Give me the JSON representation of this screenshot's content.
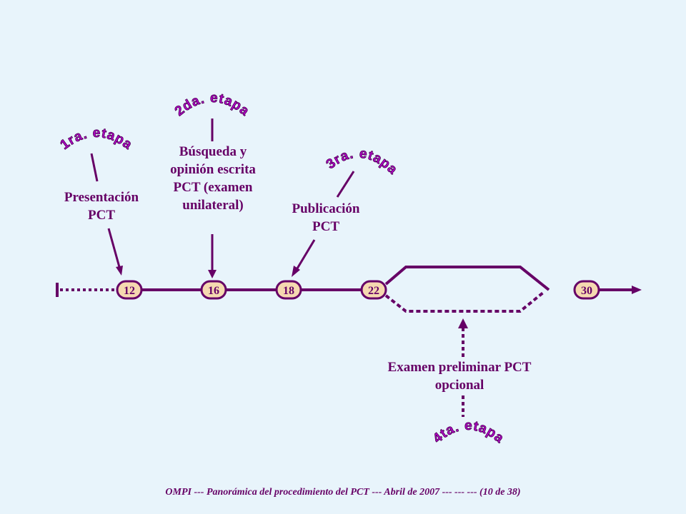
{
  "stages": {
    "s1": "1ra. etapa",
    "s2": "2da. etapa",
    "s3": "3ra. etapa",
    "s4": "4ta. etapa"
  },
  "labels": {
    "presentacion": "Presentación PCT",
    "busqueda": "Búsqueda y opinión escrita PCT (examen unilateral)",
    "publicacion": "Publicación PCT",
    "examen": "Examen preliminar PCT opcional"
  },
  "timeline": {
    "months": [
      "12",
      "16",
      "18",
      "22",
      "30"
    ]
  },
  "footer": "OMPI --- Panorámica del procedimiento del PCT --- Abril de 2007 --- --- --- (10 de 38)",
  "colors": {
    "main": "#660066",
    "stage_fill": "#b000c8",
    "node_fill": "#f5d9b0",
    "background": "#e8f4fb"
  }
}
